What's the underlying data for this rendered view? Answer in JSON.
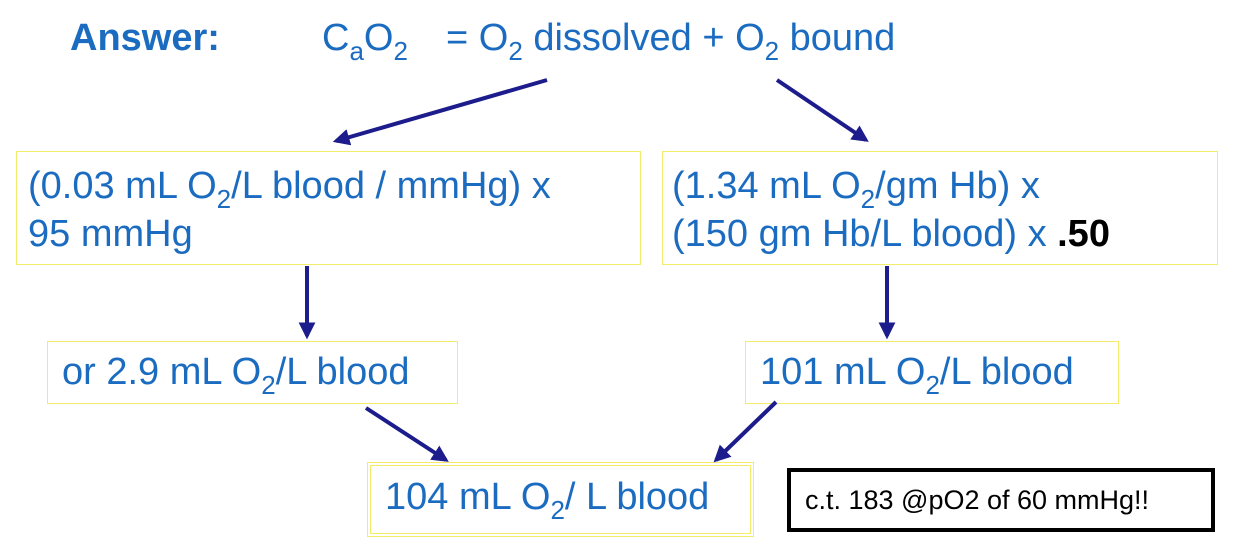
{
  "header": {
    "answer_label": "Answer:",
    "eq_c": "C",
    "eq_a_sub": "a",
    "eq_o": "O",
    "eq_2_sub": "2",
    "eq_equals_o": "= O",
    "eq_2_sub_b": "2",
    "eq_dissolved": " dissolved + O",
    "eq_2_sub_c": "2",
    "eq_bound": " bound"
  },
  "left_box": {
    "line1_a": "(0.03 mL O",
    "line1_sub": "2",
    "line1_b": "/L blood / mmHg) x",
    "line2": "95 mmHg"
  },
  "right_box": {
    "line1_a": "(1.34 mL O",
    "line1_sub": "2",
    "line1_b": "/gm Hb) x",
    "line2_a": " (150 gm Hb/L blood) x ",
    "line2_bold": ".50"
  },
  "left_result": {
    "text_a": "or 2.9 mL O",
    "sub": "2",
    "text_b": "/L blood"
  },
  "right_result": {
    "text_a": "101 mL O",
    "sub": "2",
    "text_b": "/L blood"
  },
  "total": {
    "text_a": "104 mL O",
    "sub": "2",
    "text_b": "/ L blood"
  },
  "note": {
    "text": "c.t. 183 @pO2 of 60 mmHg!!"
  },
  "colors": {
    "text_blue": "#1b6cc0",
    "arrow_navy": "#1c1c8c",
    "box_border_yellow": "#f2ec6a",
    "note_border": "#000000"
  }
}
